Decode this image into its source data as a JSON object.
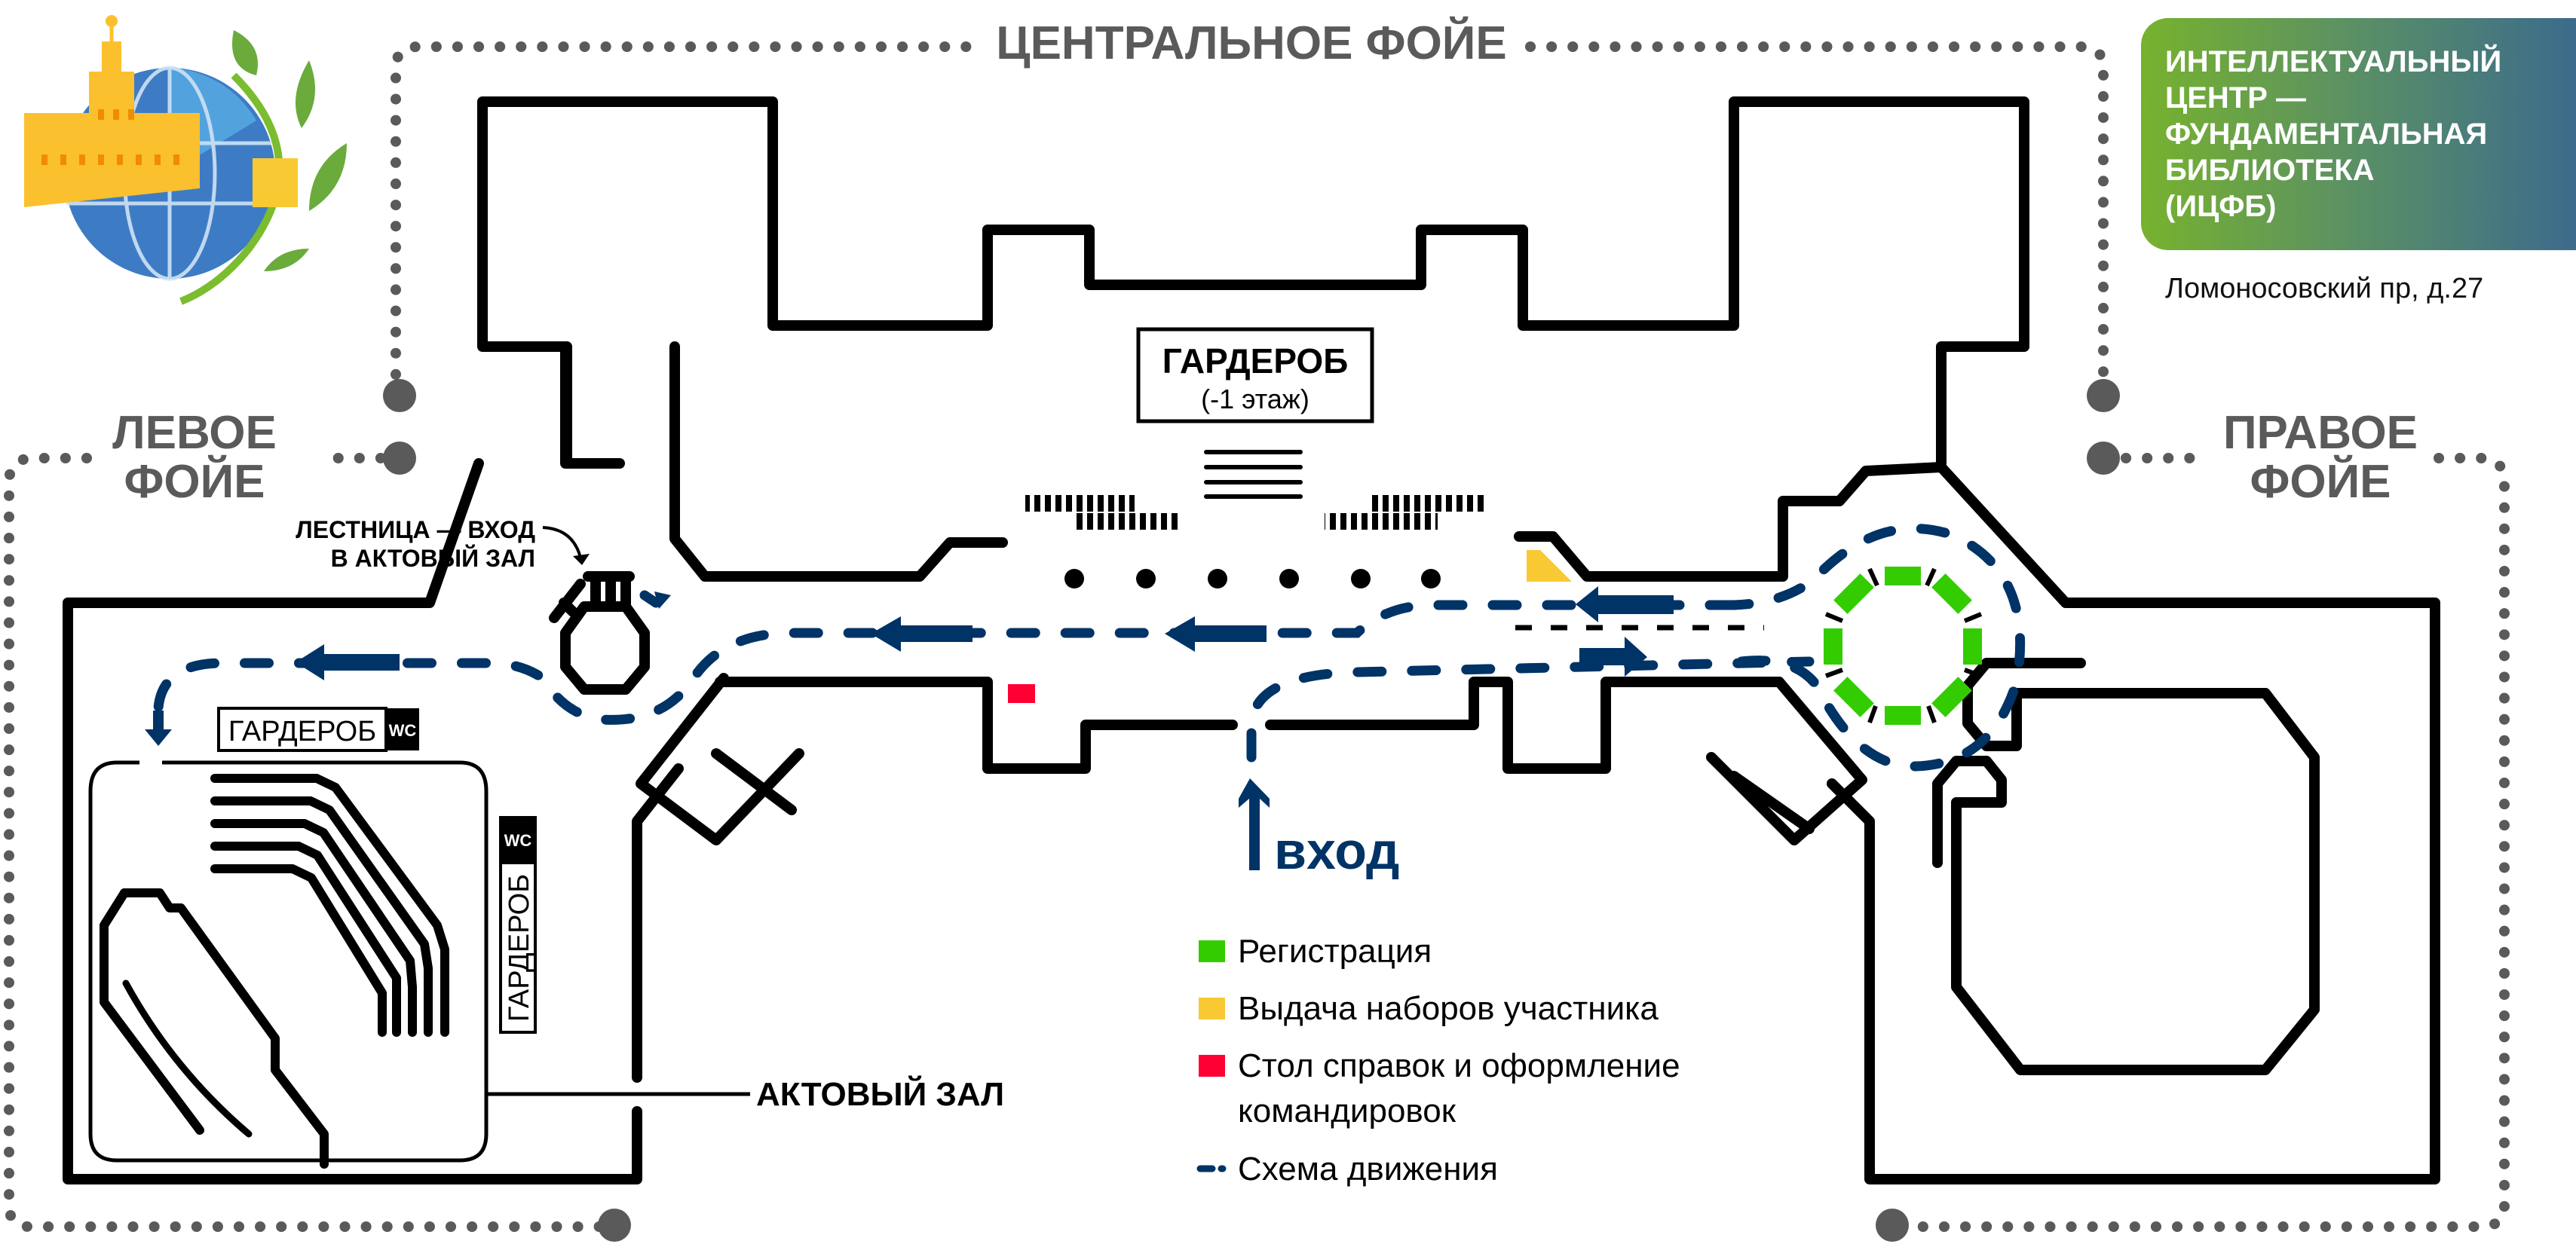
{
  "header": {
    "venue_title": "ИНТЕЛЛЕКТУАЛЬНЫЙ\nЦЕНТР —\nФУНДАМЕНТАЛЬНАЯ\nБИБЛИОТЕКА\n(ИЦФБ)",
    "address": "Ломоносовский пр, д.27",
    "logo_icon": "globe-building-logo"
  },
  "zones": {
    "central": "ЦЕНТРАЛЬНОЕ ФОЙЕ",
    "left_line1": "ЛЕВОЕ",
    "left_line2": "ФОЙЕ",
    "right_line1": "ПРАВОЕ",
    "right_line2": "ФОЙЕ"
  },
  "labels": {
    "wardrobe_main": "ГАРДЕРОБ",
    "wardrobe_main_floor": "(-1 этаж)",
    "stairs_line1": "ЛЕСТНИЦА — ВХОД",
    "stairs_line2": "В АКТОВЫЙ ЗАЛ",
    "wardrobe_left": "ГАРДЕРОБ",
    "wc_left": "WC",
    "wardrobe_vertical": "ГАРДЕРОБ",
    "wc_vertical": "WC",
    "hall": "АКТОВЫЙ ЗАЛ",
    "entrance": "вход"
  },
  "legend": [
    {
      "label": "Регистрация",
      "color": "#33cc00",
      "type": "swatch"
    },
    {
      "label": "Выдача наборов участника",
      "color": "#f9c934",
      "type": "swatch"
    },
    {
      "label": "Стол справок и оформление",
      "label2": "командировок",
      "color": "#ff0033",
      "type": "swatch"
    },
    {
      "label": "Схема движения",
      "color": "#003366",
      "type": "dash"
    }
  ],
  "colors": {
    "route": "#003366",
    "registration": "#33cc00",
    "kits": "#f9c934",
    "info": "#ff0033",
    "zone_text": "#5a5a5a"
  }
}
